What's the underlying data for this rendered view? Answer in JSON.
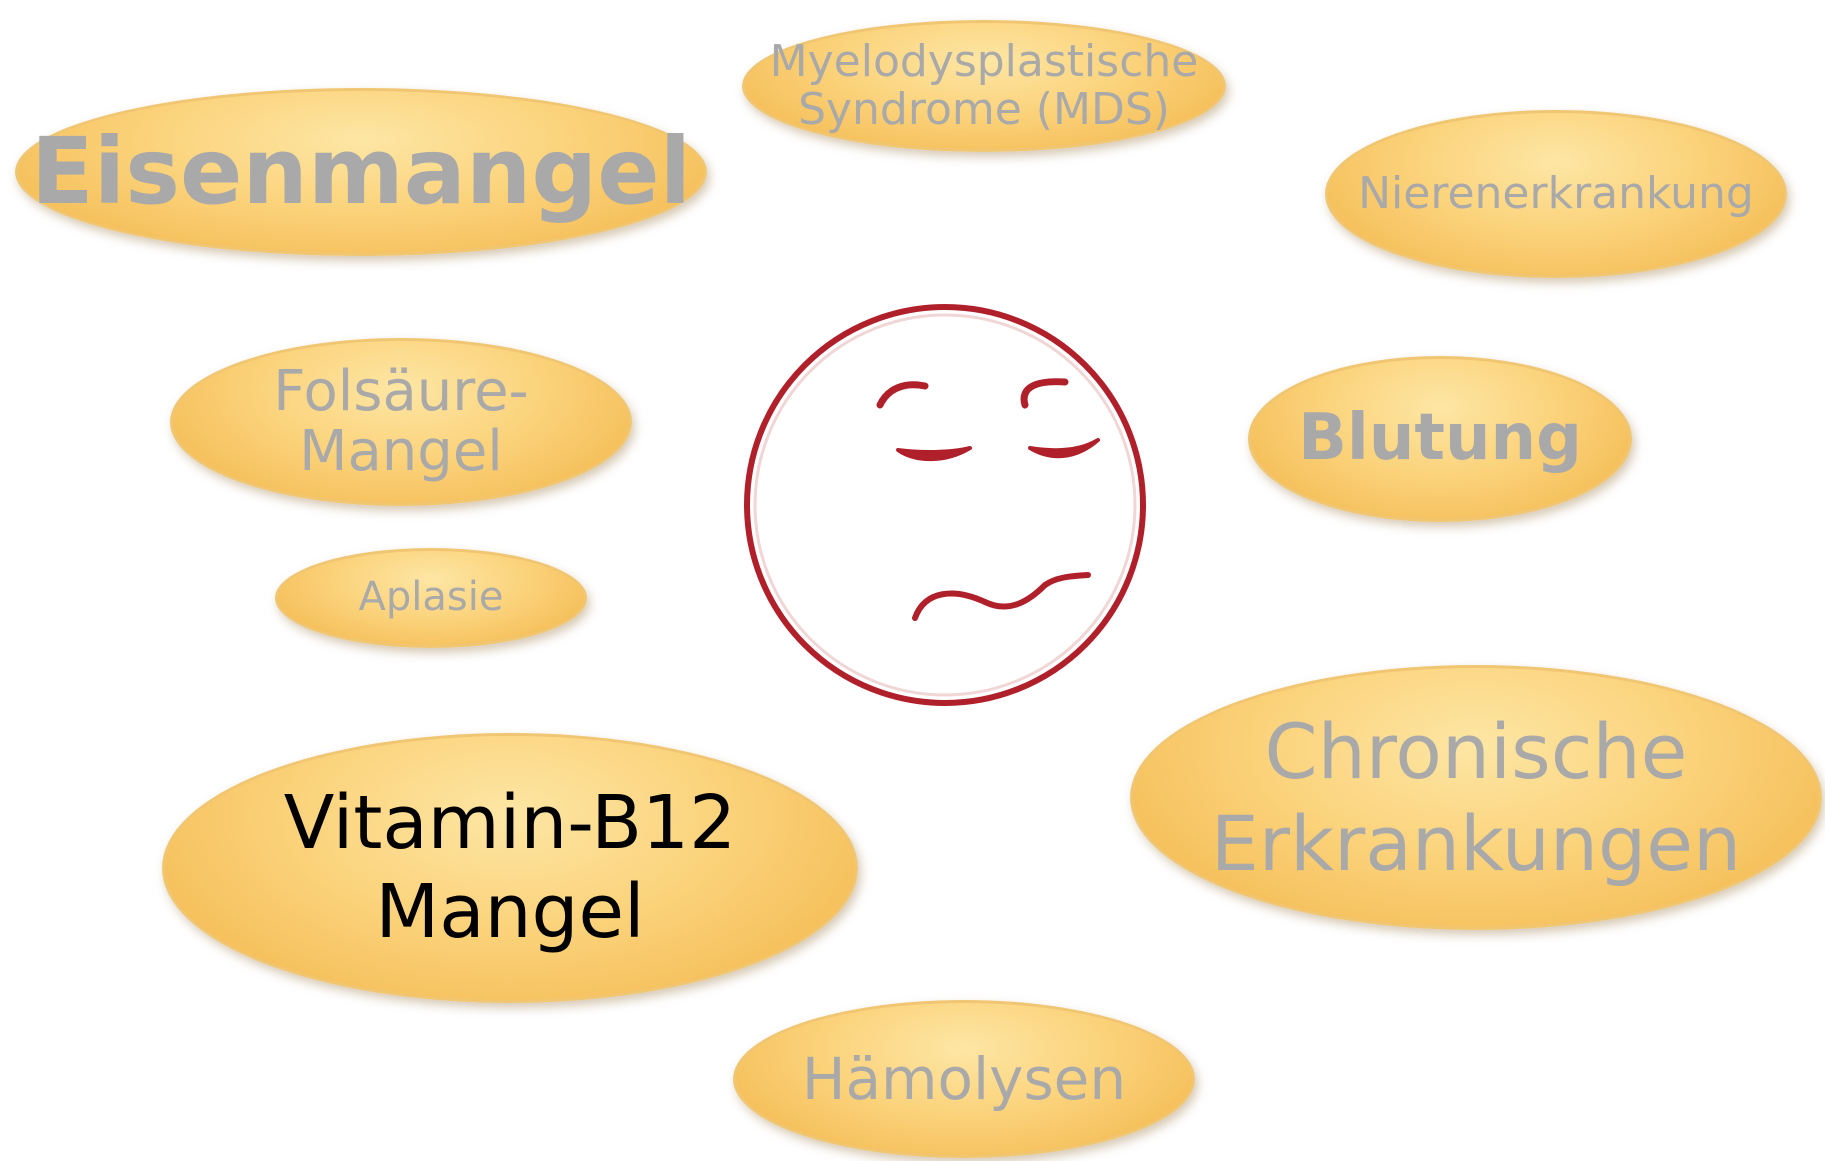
{
  "ovals": {
    "eisenmangel": {
      "lines": [
        "Eisenmangel"
      ]
    },
    "mds": {
      "lines": [
        "Myelodysplastische",
        "Syndrome (MDS)"
      ]
    },
    "nieren": {
      "lines": [
        "Nierenerkrankung"
      ]
    },
    "folsaeure": {
      "lines": [
        "Folsäure-",
        "Mangel"
      ]
    },
    "blutung": {
      "lines": [
        "Blutung"
      ]
    },
    "aplasie": {
      "lines": [
        "Aplasie"
      ]
    },
    "b12": {
      "lines": [
        "Vitamin-B12",
        "Mangel"
      ]
    },
    "chronisch": {
      "lines": [
        "Chronische",
        "Erkrankungen"
      ]
    },
    "haemolysen": {
      "lines": [
        "Hämolysen"
      ]
    }
  },
  "colors": {
    "oval_fill": "#fbd27a",
    "label_gray": "#a9a9a9",
    "label_highlight": "#000000",
    "face_stroke": "#b0202a"
  },
  "icons": {
    "center": "unwell-face-icon"
  }
}
